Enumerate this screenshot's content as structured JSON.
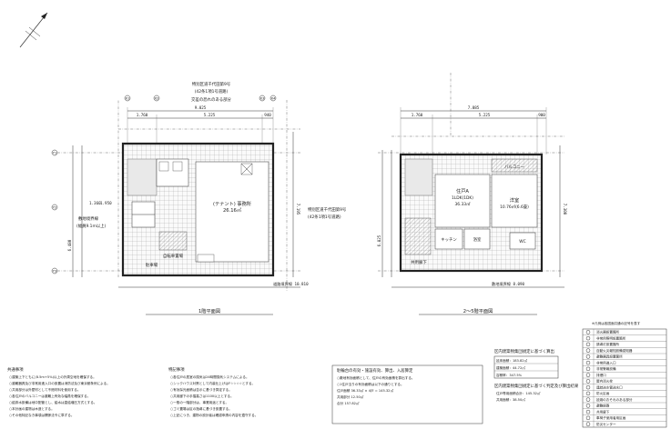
{
  "plan1": {
    "title": "1階平面図",
    "road_top": "特別区道千代田第9号",
    "road_top_width": "(42条1項1号道路)",
    "road_top_note": "交差の恐れのある部分",
    "road_right": "特別区道千代田第9号",
    "road_right_width": "(42条1項1号道路)",
    "road_left_note": "敷地境界線",
    "road_left_width": "(幅員9.1m以上)",
    "shop_label": "(テナント) 事務所",
    "shop_area": "26.16㎡",
    "parking_label": "駐車場",
    "bike_label": "自転車置場",
    "dims_top": [
      "1.760",
      "5.225",
      "940"
    ],
    "dim_total": "9.025",
    "dims_left": [
      "1.360",
      "1.950"
    ],
    "dims_height": [
      "6.480",
      "7.195"
    ],
    "axes": [
      "X1",
      "X2",
      "X3",
      "X4",
      "Y1",
      "Y2",
      "Y3"
    ],
    "bottom_note": "道路境界線 10.810"
  },
  "plan2": {
    "title": "2～5階平面図",
    "unit_label": "住戸A",
    "unit_sub": "1LDK(1DK)",
    "unit_area": "36.33㎡",
    "living_label": "洋室",
    "living_area": "10.76㎡(6.6畳)",
    "kitchen_label": "キッチン",
    "bath_label": "浴室",
    "wc_label": "WC",
    "balcony_label": "バルコニー",
    "dims_top": [
      "1.760",
      "5.225",
      "900"
    ],
    "dim_total": "7.885",
    "dims_height": [
      "6.825",
      "7.300"
    ],
    "corridor_note": "共用廊下",
    "bottom_note": "敷地境界線 8.090"
  },
  "notes": {
    "general_title": "共通事項",
    "general_lines": [
      "○建築上下ともに(8.5m+5%)以上の外周空地を確保する。",
      "○避難器具及び非常用進入口の設置は消防法及び東京都条例による。",
      "○共用部分は外壁材として不燃材料を使用する。",
      "○各住戸のバルコニーは避難上有効な幅員を確保する。",
      "○給排水設備は地中配管とし、給水は直結増圧方式とする。",
      "○本計画の建物は木造とする。",
      "○その他特記なき事項は関係法令に準ずる。"
    ],
    "special_title": "特記事項",
    "special_lines": [
      "○各住戸の居室の換気は24時間換気システムによる。",
      "○シックハウス対策として内装仕上げはF☆☆☆☆とする。",
      "○有効採光面積は告示に基づき算定する。",
      "○共用廊下の手摺高さは1100以上とする。",
      "○一般の一階部分は、事業用途とする。",
      "○ゴミ置場は区の指導に基づき設置する。",
      "○上記につき、建物の設計者は確認申請の内容を遵守する。"
    ],
    "area_title": "駐輪台の有効・施設有効、算出、入居算定",
    "area_lines": [
      "○敷地有効面積として、住戸の有効面積を算出する。",
      "○1住戸当りの有効面積は以下の通りとする。",
      "  住戸面積 36.33㎡ × 4戸 = 145.32㎡",
      "  共用部分 12.50㎡",
      "  合計 157.82㎡"
    ],
    "calc_title": "区内建築物集団規定に基づく算出",
    "calc_lines": [
      "延床面積：183.82㎡",
      "建築面積：44.72㎡",
      "容積率：347.5%"
    ],
    "calc2_title": "区内建築物集団規定に基づく判定及び算出結果",
    "calc2_lines": [
      "住戸専用面積合計：145.32㎡",
      "共用面積：38.50㎡"
    ]
  },
  "legend": {
    "top_note": "※凡例は各図面共通の記号を表す",
    "items": [
      "消火器設置箇所",
      "非常用照明設置箇所",
      "誘導灯設置箇所",
      "自動火災報知設備感知器",
      "避難器具設置箇所",
      "非常用進入口",
      "非常警報設備",
      "排煙口",
      "屋内消火栓",
      "連結送水管送水口",
      "防火区画",
      "延焼のおそれのある部分",
      "避難経路",
      "共用廊下",
      "車椅子使用者用区画",
      "防災センター"
    ]
  }
}
